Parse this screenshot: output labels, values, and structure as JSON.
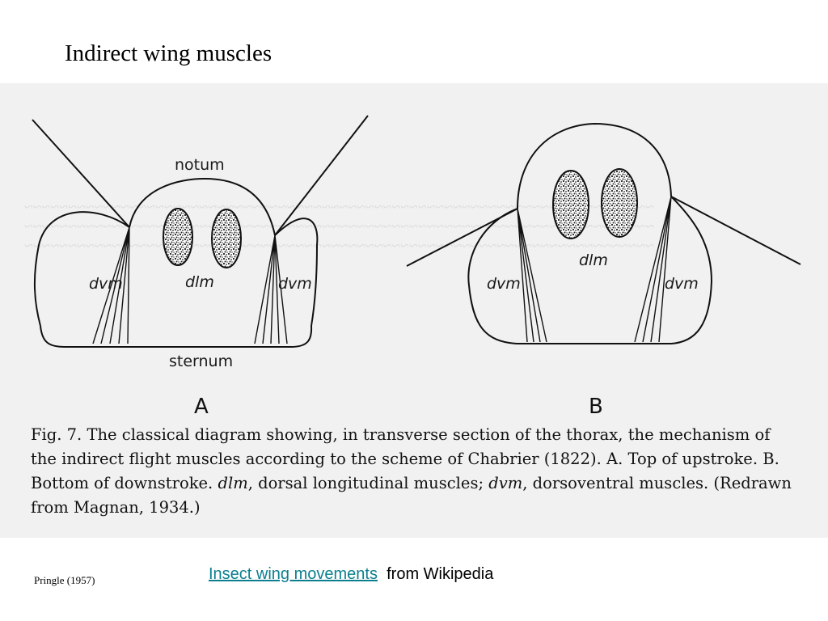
{
  "slide": {
    "title": "Indirect wing muscles",
    "credit": "Pringle (1957)",
    "source_link": "Insect wing movements",
    "source_suffix": "from Wikipedia"
  },
  "figure": {
    "labels": {
      "notum": "notum",
      "sternum": "sternum",
      "dvm": "dvm",
      "dlm": "dlm",
      "panel_a": "A",
      "panel_b": "B"
    },
    "caption": {
      "fig_no": "Fig. 7.",
      "part1": "The classical diagram showing, in transverse section of the thorax, the mechanism of the indirect flight muscles according to the scheme of Chabrier (1822).  A. Top of upstroke.  B. Bottom of downstroke.",
      "dlm_abbr": "dlm",
      "part2": ", dorsal longitudinal muscles;",
      "dvm_abbr": "dvm",
      "part3": ", dorsoventral muscles.  (Redrawn from Magnan, 1934.)"
    }
  }
}
